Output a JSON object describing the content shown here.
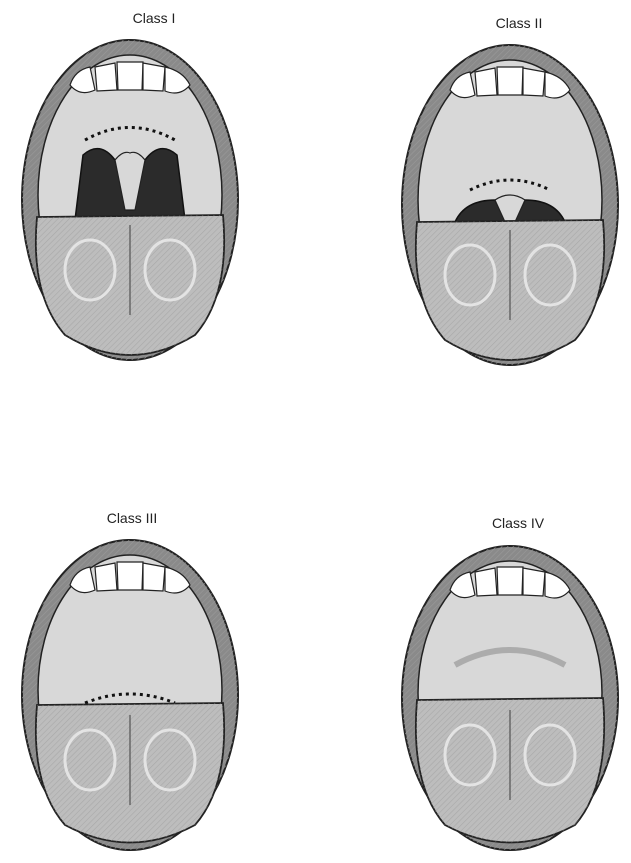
{
  "figure": {
    "panels": [
      {
        "id": "class-1",
        "label": "Class I",
        "visible": "soft palate, fauces, uvula, pillars"
      },
      {
        "id": "class-2",
        "label": "Class II",
        "visible": "soft palate, fauces, uvula"
      },
      {
        "id": "class-3",
        "label": "Class III",
        "visible": "soft palate, base of uvula"
      },
      {
        "id": "class-4",
        "label": "Class IV",
        "visible": "hard palate only"
      }
    ]
  },
  "colors": {
    "lip": "#8a8a8a",
    "lip_dark": "#4a4a4a",
    "palate": "#d8d8d8",
    "tongue": "#bdbdbd",
    "pharynx": "#2b2b2b",
    "teeth": "#ffffff",
    "outline": "#222222"
  }
}
